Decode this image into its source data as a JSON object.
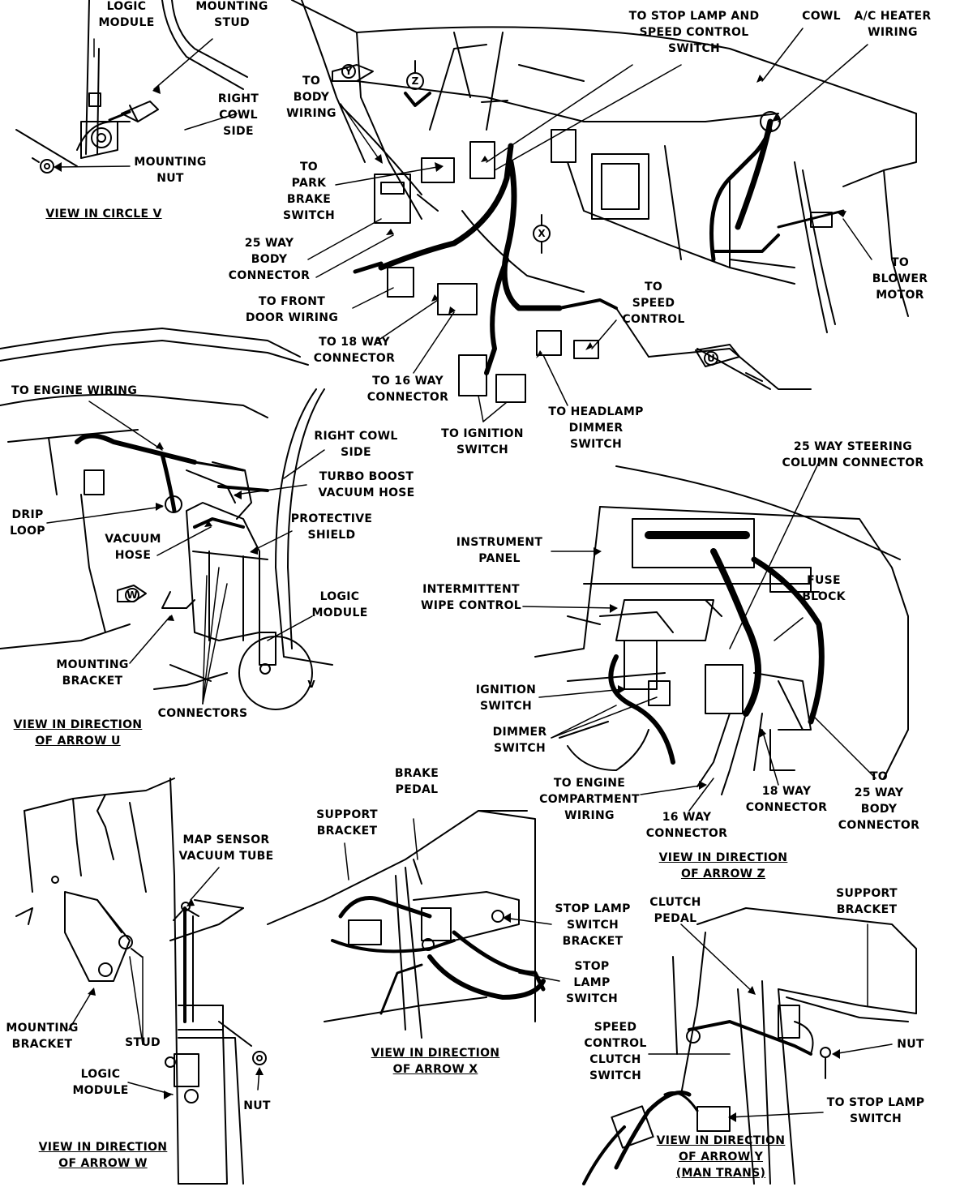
{
  "labels": {
    "logic_module_top": "LOGIC\nMODULE",
    "mounting_stud_top": "MOUNTING\nSTUD",
    "right_cowl_side_top": "RIGHT\nCOWL\nSIDE",
    "mounting_nut": "MOUNTING\nNUT",
    "to_body_wiring": "TO\nBODY\nWIRING",
    "to_park_brake": "TO\nPARK\nBRAKE\nSWITCH",
    "way25_body": "25 WAY\nBODY\nCONNECTOR",
    "to_front_door": "TO FRONT\nDOOR WIRING",
    "to_18way": "TO 18 WAY\nCONNECTOR",
    "to_16way": "TO 16 WAY\nCONNECTOR",
    "to_stop_lamp_speed": "TO STOP LAMP AND\nSPEED CONTROL\nSWITCH",
    "cowl": "COWL",
    "ac_heater": "A/C HEATER\nWIRING",
    "to_blower": "TO\nBLOWER\nMOTOR",
    "to_speed_control": "TO\nSPEED\nCONTROL",
    "to_headlamp": "TO HEADLAMP\nDIMMER\nSWITCH",
    "to_ignition": "TO IGNITION\nSWITCH",
    "to_engine_wiring": "TO ENGINE WIRING",
    "right_cowl_side_mid": "RIGHT COWL\nSIDE",
    "turbo_boost": "TURBO BOOST\nVACUUM HOSE",
    "drip_loop": "DRIP\nLOOP",
    "vacuum_hose": "VACUUM\nHOSE",
    "protective_shield": "PROTECTIVE\nSHIELD",
    "logic_module_mid": "LOGIC\nMODULE",
    "mounting_bracket_mid": "MOUNTING\nBRACKET",
    "connectors": "CONNECTORS",
    "steering_25way": "25 WAY STEERING\nCOLUMN CONNECTOR",
    "instrument_panel": "INSTRUMENT\nPANEL",
    "intermittent_wipe": "INTERMITTENT\nWIPE CONTROL",
    "fuse_block": "FUSE\nBLOCK",
    "ignition_switch": "IGNITION\nSWITCH",
    "dimmer_switch": "DIMMER\nSWITCH",
    "to_engine_compartment": "TO ENGINE\nCOMPARTMENT\nWIRING",
    "way18_connector": "18 WAY\nCONNECTOR",
    "to_25way_body": "TO\n25 WAY\nBODY\nCONNECTOR",
    "way16_connector": "16 WAY\nCONNECTOR",
    "brake_pedal": "BRAKE\nPEDAL",
    "support_bracket_x": "SUPPORT\nBRACKET",
    "stop_lamp_switch_bracket": "STOP LAMP\nSWITCH\nBRACKET",
    "stop_lamp_switch": "STOP\nLAMP\nSWITCH",
    "map_sensor": "MAP SENSOR\nVACUUM TUBE",
    "mounting_bracket_w": "MOUNTING\nBRACKET",
    "stud": "STUD",
    "logic_module_w": "LOGIC\nMODULE",
    "nut_w": "NUT",
    "clutch_pedal": "CLUTCH\nPEDAL",
    "support_bracket_y": "SUPPORT\nBRACKET",
    "nut_y": "NUT",
    "speed_control_clutch": "SPEED\nCONTROL\nCLUTCH\nSWITCH",
    "to_stop_lamp_switch": "TO STOP LAMP\nSWITCH"
  },
  "captions": {
    "circle_v": "VIEW IN CIRCLE V",
    "arrow_u": "VIEW IN DIRECTION\nOF ARROW U",
    "arrow_z": "VIEW IN DIRECTION\nOF ARROW Z",
    "arrow_x": "VIEW IN DIRECTION\nOF ARROW X",
    "arrow_w": "VIEW IN DIRECTION\nOF ARROW W",
    "arrow_y": "VIEW IN DIRECTION\nOF ARROW Y\n(MAN TRANS)"
  },
  "badges": {
    "y": "Y",
    "z": "Z",
    "x": "X",
    "u": "U",
    "w": "W",
    "v": "V"
  }
}
